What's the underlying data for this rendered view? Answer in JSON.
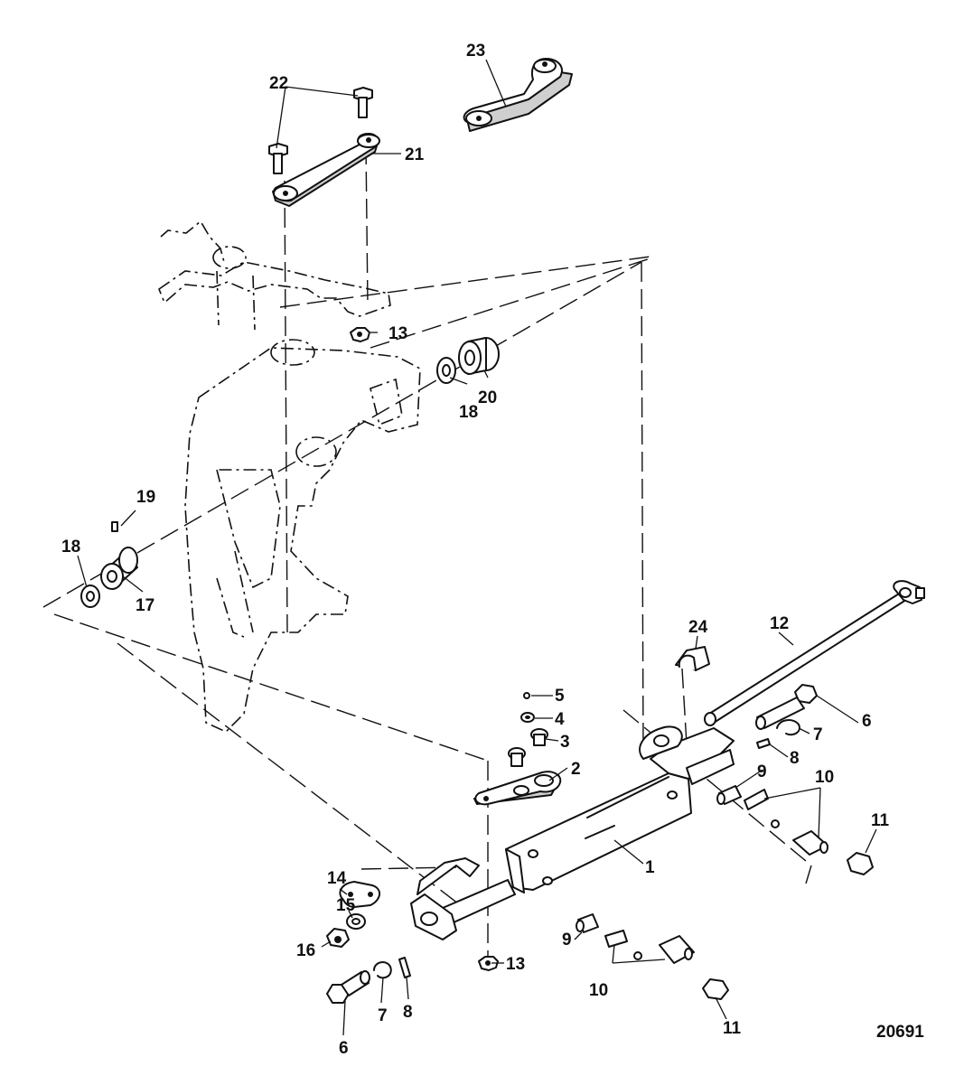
{
  "figure_number": "20691",
  "callouts": {
    "c1": "1",
    "c2": "2",
    "c3": "3",
    "c4": "4",
    "c5": "5",
    "c6a": "6",
    "c6b": "6",
    "c7a": "7",
    "c7b": "7",
    "c8a": "8",
    "c8b": "8",
    "c9a": "9",
    "c9b": "9",
    "c10a": "10",
    "c10b": "10",
    "c11a": "11",
    "c11b": "11",
    "c12": "12",
    "c13a": "13",
    "c13b": "13",
    "c14": "14",
    "c15": "15",
    "c16": "16",
    "c17": "17",
    "c18a": "18",
    "c18b": "18",
    "c19": "19",
    "c20": "20",
    "c21": "21",
    "c22": "22",
    "c23": "23",
    "c24": "24"
  },
  "colors": {
    "line": "#111111",
    "background": "#ffffff"
  }
}
